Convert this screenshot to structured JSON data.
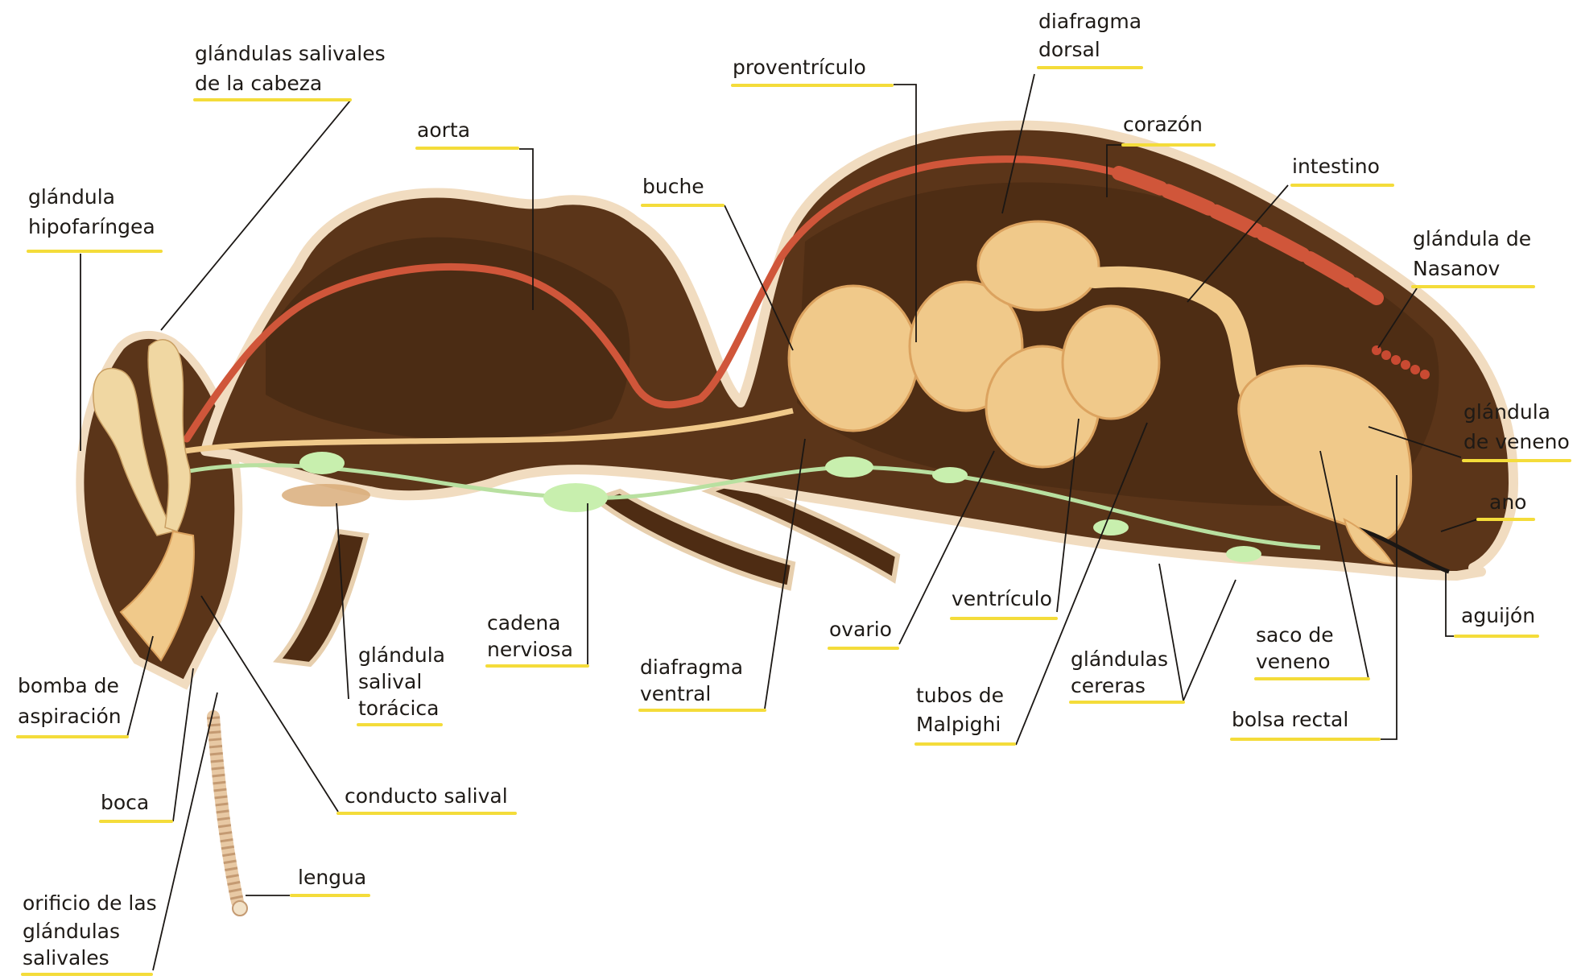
{
  "labels": {
    "glandulas_salivales_cabeza": [
      "glándulas salivales",
      "de la cabeza"
    ],
    "aorta": [
      "aorta"
    ],
    "glandula_hipofaringea": [
      "glándula",
      "hipofaríngea"
    ],
    "buche": [
      "buche"
    ],
    "proventriculo": [
      "proventrículo"
    ],
    "diafragma_dorsal": [
      "diafragma",
      "dorsal"
    ],
    "corazon": [
      "corazón"
    ],
    "intestino": [
      "intestino"
    ],
    "glandula_nasanov": [
      "glándula de",
      "Nasanov"
    ],
    "glandula_veneno": [
      "glándula",
      "de veneno"
    ],
    "ano": [
      "ano"
    ],
    "aguijon": [
      "aguijón"
    ],
    "saco_veneno": [
      "saco de",
      "veneno"
    ],
    "bolsa_rectal": [
      "bolsa rectal"
    ],
    "glandulas_cereras": [
      "glándulas",
      "cereras"
    ],
    "tubos_malpighi": [
      "tubos de",
      "Malpighi"
    ],
    "ventriculo": [
      "ventrículo"
    ],
    "ovario": [
      "ovario"
    ],
    "diafragma_ventral": [
      "diafragma",
      "ventral"
    ],
    "cadena_nerviosa": [
      "cadena",
      "nerviosa"
    ],
    "glandula_salival_toracica": [
      "glándula",
      "salival",
      "torácica"
    ],
    "conducto_salival": [
      "conducto salival"
    ],
    "lengua": [
      "lengua"
    ],
    "bomba_aspiracion": [
      "bomba de",
      "aspiración"
    ],
    "boca": [
      "boca"
    ],
    "orificio_glandulas": [
      "orificio de las",
      "glándulas",
      "salivales"
    ]
  },
  "colors": {
    "body_outline": "#f1dcc0",
    "body_fill": "#5b3519",
    "body_dark": "#3e2410",
    "aorta": "#d0563a",
    "gut": "#f0c98a",
    "gut_shadow": "#dca35f",
    "nerve": "#b8e0a0",
    "underline": "#f4dc3a"
  }
}
